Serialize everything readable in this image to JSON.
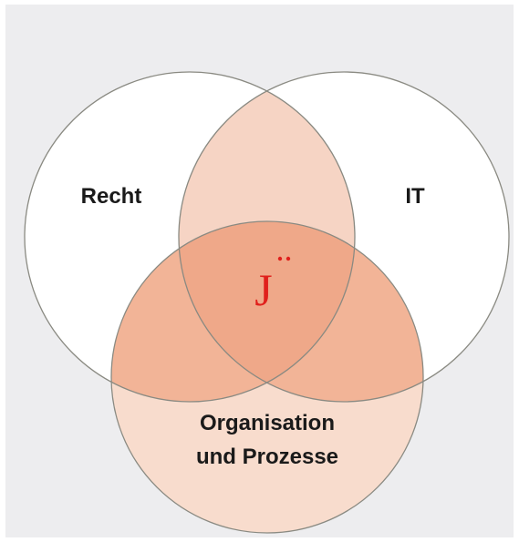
{
  "diagram": {
    "type": "venn-3",
    "sets": [
      {
        "id": "recht",
        "label": "Recht"
      },
      {
        "id": "it",
        "label": "IT"
      },
      {
        "id": "org",
        "label_line1": "Organisation",
        "label_line2": "und Prozesse"
      }
    ],
    "center_logo": "J",
    "colors": {
      "background": "#ededef",
      "circle_fill": "#ffffff",
      "circle_stroke": "#8a8a82",
      "org_fill": "#f8dccd",
      "pair_overlap_fill": "#f6d4c4",
      "org_overlap_fill": "#f2b497",
      "center_fill": "#efa889",
      "logo_color": "#e0201c"
    }
  }
}
